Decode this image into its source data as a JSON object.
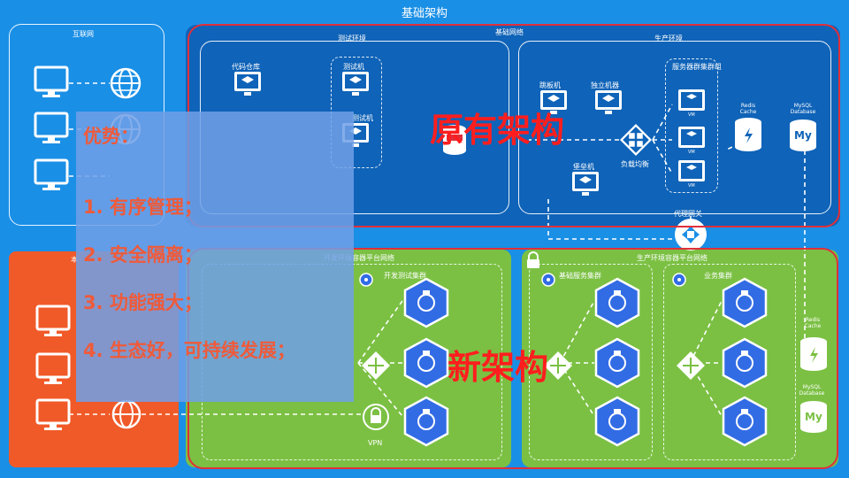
{
  "diagram": {
    "title": "基础架构",
    "internet_zone": "互联网",
    "office_zone": "本",
    "infra_network": "基础网络",
    "test_env": "测试环境",
    "prod_env": "生产环境",
    "nodes": {
      "code_repo": "代码仓库",
      "test_machine": "测试机",
      "test_machine_2": "测试机",
      "jump_host": "跳板机",
      "standalone_machine": "独立机器",
      "bastion": "堡垒机",
      "load_balancer": "负载均衡",
      "service_cluster": "服务器群集群组",
      "vm": "VM",
      "redis_cache": "Redis Cache",
      "mysql_db": "MySQL Database",
      "proxy_gateway": "代理网关",
      "redis_cache_new": "Redis Cache",
      "mysql_db_new": "MySQL Database",
      "vpn": "VPN",
      "mysql_badge": "My"
    },
    "dev_platform_network": "开发环境容器平台网络",
    "prod_platform_network": "生产环境容器平台网络",
    "dev_test_cluster": "开发测试集群",
    "base_service_cluster": "基础服务集群",
    "business_cluster": "业务集群",
    "old_arch_label": "原有架构",
    "new_arch_label": "新架构"
  },
  "advantages": {
    "heading": "优势：",
    "items": [
      "1. 有序管理；",
      "2. 安全隔离；",
      "3. 功能强大；",
      "4. 生态好，可持续发展；"
    ]
  },
  "colors": {
    "background": "#1a8fe6",
    "old_arch_panel": "#0f63b8",
    "new_arch_panel": "#7bc043",
    "office_panel": "#f05a28",
    "highlight_red": "#ff1e1e",
    "k8s_blue": "#326ce5"
  }
}
